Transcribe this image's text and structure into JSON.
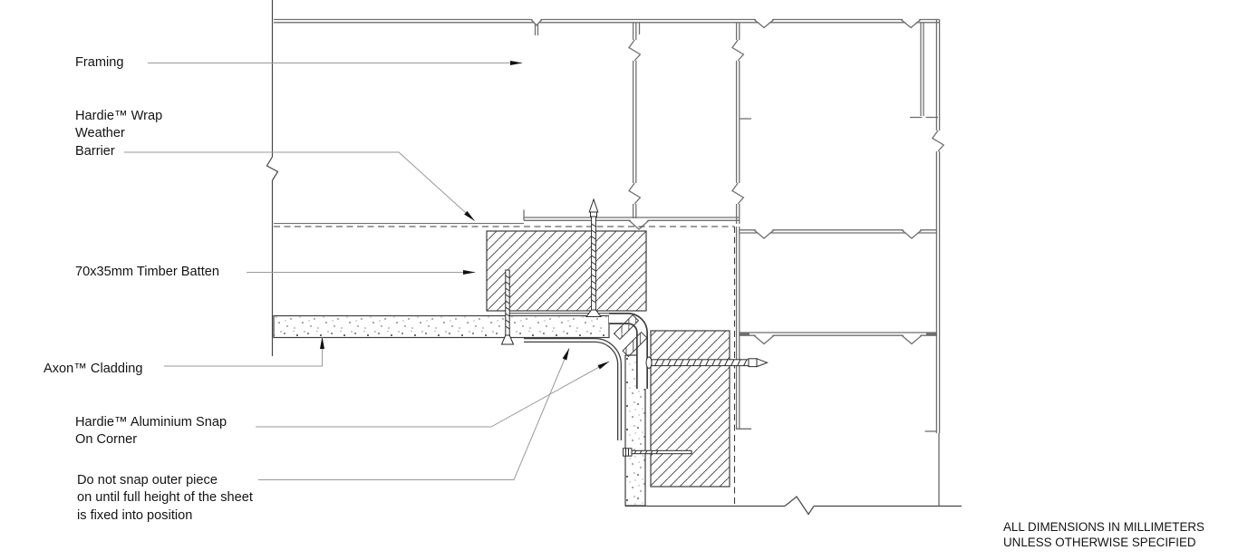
{
  "drawing": {
    "labels": {
      "framing": {
        "lines": [
          "Framing"
        ]
      },
      "weather_barrier": {
        "lines": [
          "Hardie™ Wrap",
          "Weather",
          "Barrier"
        ]
      },
      "timber_batten": {
        "lines": [
          "70x35mm Timber Batten"
        ]
      },
      "cladding": {
        "lines": [
          "Axon™ Cladding"
        ]
      },
      "snap_corner": {
        "lines": [
          "Hardie™ Aluminium Snap",
          "On Corner"
        ]
      },
      "instruction": {
        "lines": [
          "Do not snap outer piece",
          "on until full height of the sheet",
          "is fixed into position"
        ]
      }
    },
    "note": {
      "lines": [
        "ALL DIMENSIONS IN MILLIMETERS",
        "UNLESS OTHERWISE SPECIFIED"
      ]
    },
    "colors": {
      "background": "#ffffff",
      "detail_line": "#3d3d3d",
      "framing_line": "#6f6f6f",
      "leader_line": "#9a9a9a",
      "text": "#141414"
    }
  }
}
